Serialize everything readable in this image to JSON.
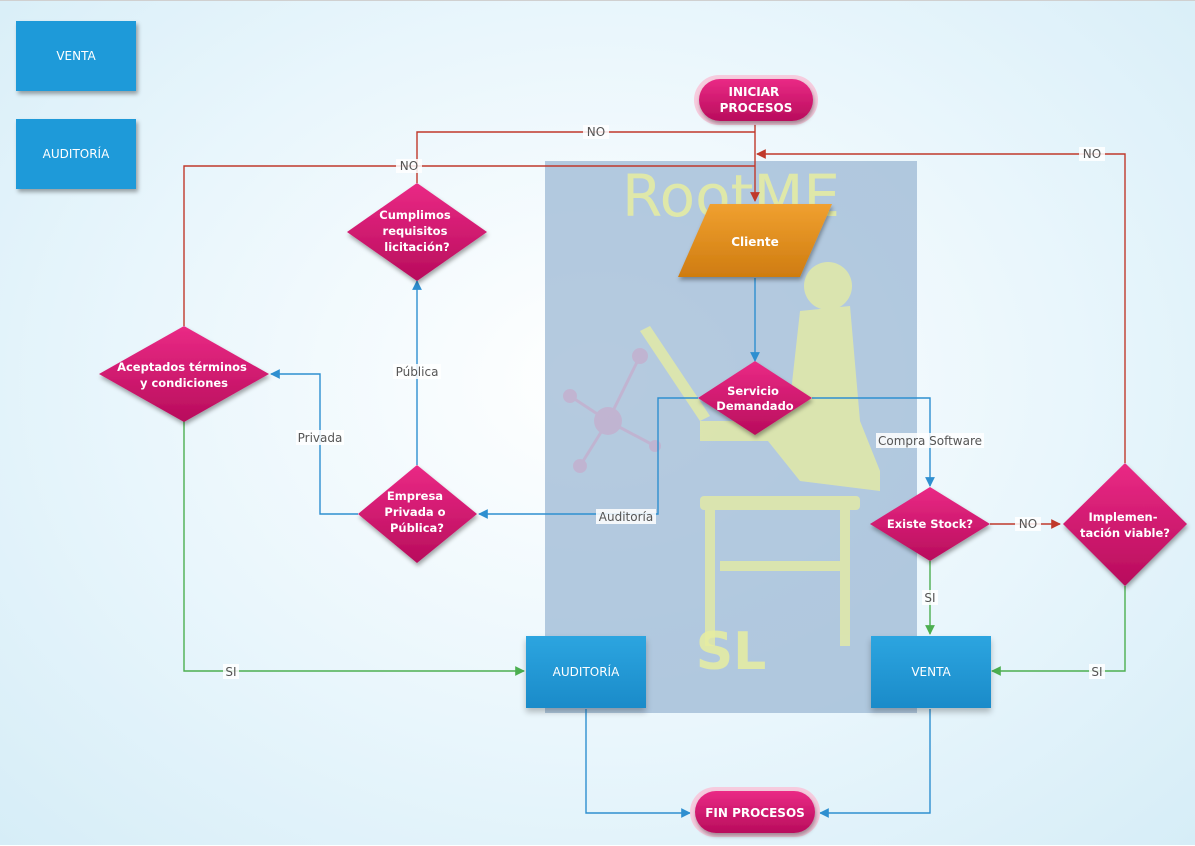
{
  "legend": {
    "venta": "VENTA",
    "auditoria": "AUDITORÍA"
  },
  "watermark": {
    "title": "RootME",
    "subtitle": "SL"
  },
  "nodes": {
    "start": [
      "INICIAR",
      "PROCESOS"
    ],
    "end": [
      "FIN PROCESOS"
    ],
    "cliente": [
      "Cliente"
    ],
    "servicio": [
      "Servicio",
      "Demandado"
    ],
    "empresa": [
      "Empresa",
      "Privada o",
      "Pública?"
    ],
    "requisitos": [
      "Cumplimos",
      "requisitos",
      "licitación?"
    ],
    "terminos": [
      "Aceptados términos",
      "y condiciones"
    ],
    "stock": [
      "Existe Stock?"
    ],
    "implementacion": [
      "Implemen-",
      "tación viable?"
    ],
    "auditoria_box": "AUDITORÍA",
    "venta_box": "VENTA"
  },
  "edge_labels": {
    "no_top": "NO",
    "no_left": "NO",
    "no_right": "NO",
    "no_stock": "NO",
    "publica": "Pública",
    "privada": "Privada",
    "auditoria": "Auditoría",
    "compra": "Compra Software",
    "si_stock": "SI",
    "si_impl": "SI",
    "si_terms": "SI"
  },
  "colors": {
    "decision": "#d6126e",
    "terminator": "#d6126e",
    "process_orange": "#e08a12",
    "box_blue": "#1e9ad9",
    "edge_red": "#c0392b",
    "edge_blue": "#2e8fd0",
    "edge_green": "#4caf50"
  }
}
